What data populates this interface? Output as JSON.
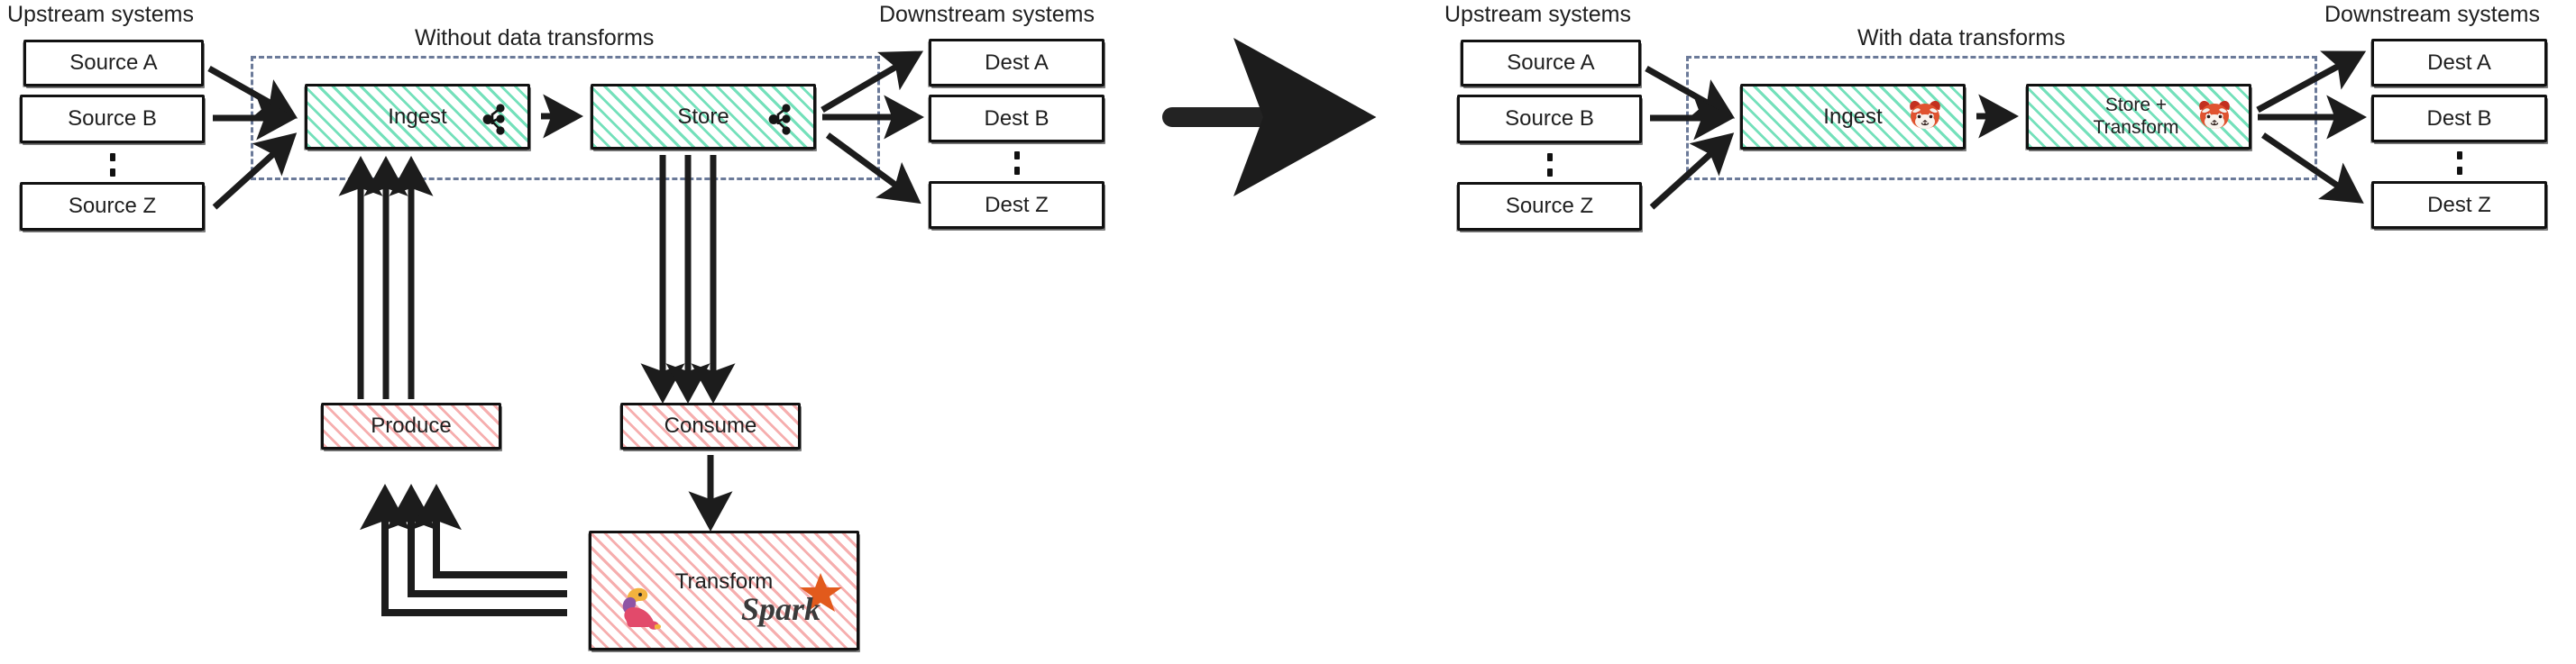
{
  "diagram": {
    "type": "architecture-comparison",
    "big_arrow": "right-arrow-transition"
  },
  "left_panel": {
    "upstream_header": "Upstream systems",
    "downstream_header": "Downstream systems",
    "title": "Without data transforms",
    "sources": [
      {
        "label": "Source A"
      },
      {
        "label": "Source B"
      },
      {
        "label": "Source Z"
      }
    ],
    "destinations": [
      {
        "label": "Dest A"
      },
      {
        "label": "Dest B"
      },
      {
        "label": "Dest Z"
      }
    ],
    "platform_boxes": [
      {
        "label": "Ingest",
        "icon": "apache-kafka-icon",
        "fill": "green"
      },
      {
        "label": "Store",
        "icon": "apache-kafka-icon",
        "fill": "green"
      }
    ],
    "external_boxes": [
      {
        "label": "Produce",
        "fill": "red"
      },
      {
        "label": "Consume",
        "fill": "red"
      },
      {
        "label": "Transform",
        "fill": "red",
        "icons": [
          "apache-flink-icon",
          "apache-spark-icon"
        ]
      }
    ],
    "spark_wordmark": "Spark"
  },
  "right_panel": {
    "upstream_header": "Upstream systems",
    "downstream_header": "Downstream systems",
    "title": "With data transforms",
    "sources": [
      {
        "label": "Source A"
      },
      {
        "label": "Source B"
      },
      {
        "label": "Source Z"
      }
    ],
    "destinations": [
      {
        "label": "Dest A"
      },
      {
        "label": "Dest B"
      },
      {
        "label": "Dest Z"
      }
    ],
    "platform_boxes": [
      {
        "label": "Ingest",
        "icon": "redpanda-icon",
        "fill": "green"
      },
      {
        "label": "Store +\nTransform",
        "icon": "redpanda-icon",
        "fill": "green"
      }
    ]
  },
  "colors": {
    "green_hatch": "#6ddfb7",
    "red_hatch": "#f4a0a0",
    "dashed_boundary": "#6b7a99",
    "stroke": "#111111",
    "spark_orange": "#e25a1c",
    "redpanda_red": "#d93a2b"
  }
}
